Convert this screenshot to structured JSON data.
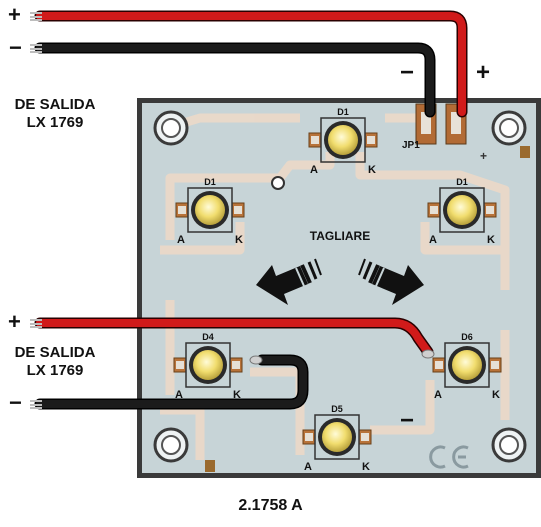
{
  "labels": {
    "top_left_label_line1": "DE SALIDA",
    "top_left_label_line2": "LX 1769",
    "bottom_left_label_line1": "DE SALIDA",
    "bottom_left_label_line2": "LX 1769",
    "plus": "+",
    "minus": "−",
    "center_text": "TAGLIARE",
    "jumper": "JP1",
    "caption": "2.1758 A"
  },
  "leds": [
    {
      "id": "D1",
      "anode": "A",
      "cathode": "K"
    },
    {
      "id": "D1",
      "anode": "A",
      "cathode": "K"
    },
    {
      "id": "D1",
      "anode": "A",
      "cathode": "K"
    },
    {
      "id": "D4",
      "anode": "A",
      "cathode": "K"
    },
    {
      "id": "D6",
      "anode": "A",
      "cathode": "K"
    },
    {
      "id": "D5",
      "anode": "A",
      "cathode": "K"
    }
  ],
  "colors": {
    "board": "#c9d5d8",
    "trace": "#e8d8c8",
    "red_wire": "#d01818",
    "black_wire": "#1a1a1a",
    "led_yellow": "#f3e27a",
    "copper_pad": "#b8733a"
  }
}
